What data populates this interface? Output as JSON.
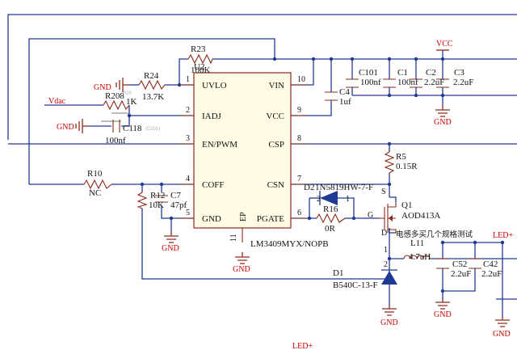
{
  "ic": {
    "ref": "U2",
    "part": "LM3409MYX/NOPB",
    "pins_left": [
      {
        "num": "1",
        "name": "UVLO"
      },
      {
        "num": "2",
        "name": "IADJ"
      },
      {
        "num": "3",
        "name": "EN/PWM"
      },
      {
        "num": "4",
        "name": "COFF"
      },
      {
        "num": "5",
        "name": "GND"
      }
    ],
    "pins_right": [
      {
        "num": "10",
        "name": "VIN"
      },
      {
        "num": "9",
        "name": "VCC"
      },
      {
        "num": "8",
        "name": "CSP"
      },
      {
        "num": "7",
        "name": "CSN"
      },
      {
        "num": "6",
        "name": "PGATE"
      }
    ],
    "pin_bottom": {
      "num": "11",
      "name": "EP"
    }
  },
  "components": {
    "r23": {
      "ref": "R23",
      "value": "100K"
    },
    "r24": {
      "ref": "R24",
      "value": "13.7K"
    },
    "r208": {
      "ref": "R208",
      "value": "1K",
      "alt": "R20"
    },
    "c118": {
      "ref": "C118",
      "value": "100nf",
      "alt": "(C101)"
    },
    "r10": {
      "ref": "R10",
      "value": "NC"
    },
    "r12": {
      "ref": "R12",
      "value": "10K"
    },
    "c7": {
      "ref": "C7",
      "value": "47pf"
    },
    "c4": {
      "ref": "C4",
      "value": "1uf"
    },
    "c101": {
      "ref": "C101",
      "value": "100nf"
    },
    "c1": {
      "ref": "C1",
      "value": "100nf"
    },
    "c2": {
      "ref": "C2",
      "value": "2.2uF"
    },
    "c3": {
      "ref": "C3",
      "value": "2.2uF"
    },
    "r5": {
      "ref": "R5",
      "value": "0.15R"
    },
    "d2": {
      "ref": "D2",
      "part": "1N5819HW-7-F",
      "pin2": "2",
      "pin1": "1"
    },
    "r16": {
      "ref": "R16",
      "value": "0R"
    },
    "q1": {
      "ref": "Q1",
      "part": "AOD413A",
      "g": "G",
      "s": "S",
      "d": "D"
    },
    "l11": {
      "ref": "L11",
      "value": "4.7uH",
      "pin1": "1",
      "pin2": "2",
      "note": "电感多买几个规格测试"
    },
    "d1": {
      "ref": "D1",
      "part": "B540C-13-F"
    },
    "c52": {
      "ref": "C52",
      "value": "2.2uF"
    },
    "c42": {
      "ref": "C42",
      "value": "2.2uF"
    }
  },
  "nets": {
    "vdac": "Vdac",
    "vcc": "VCC",
    "gnd": "GND",
    "led_plus": "LED+"
  }
}
